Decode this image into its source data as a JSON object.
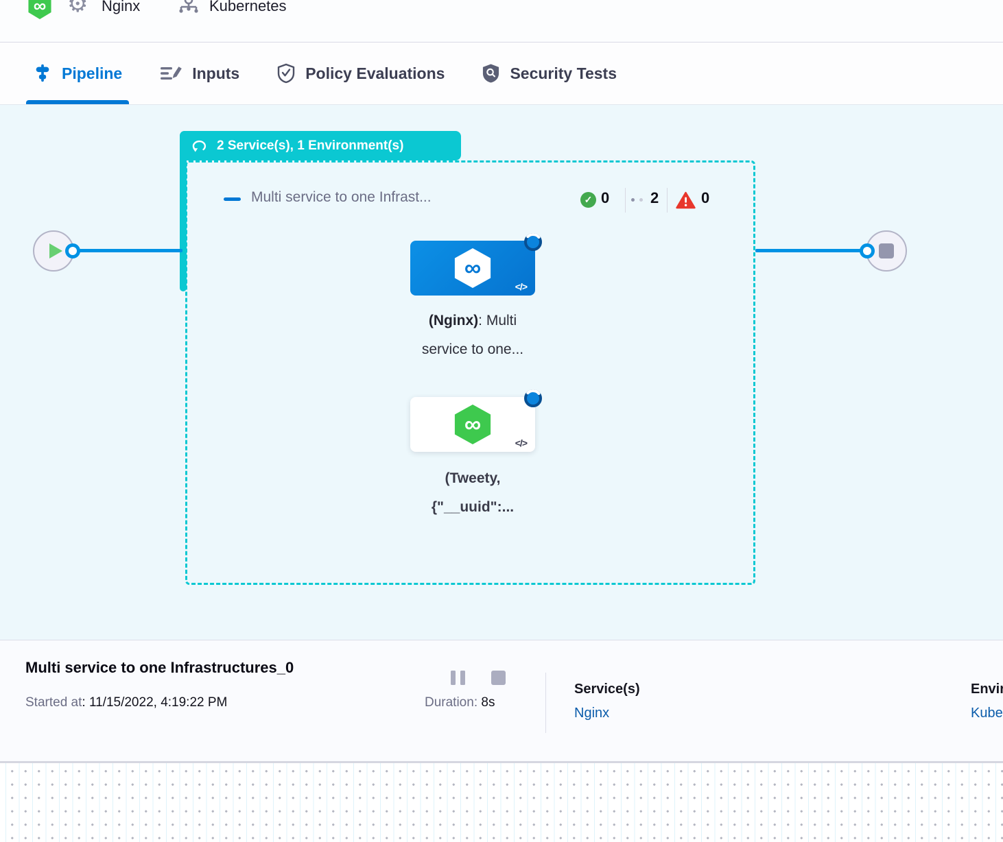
{
  "header": {
    "pipeline_name": "Nginx",
    "environment_name": "Kubernetes"
  },
  "tabs": [
    {
      "label": "Pipeline",
      "active": true
    },
    {
      "label": "Inputs",
      "active": false
    },
    {
      "label": "Policy Evaluations",
      "active": false
    },
    {
      "label": "Security Tests",
      "active": false
    }
  ],
  "canvas": {
    "group_badge": "2 Service(s), 1 Environment(s)",
    "stage_title": "Multi service to one Infrast...",
    "status_counts": {
      "success": "0",
      "running": "2",
      "failed": "0"
    },
    "stages": [
      {
        "label_bold": "(Nginx)",
        "label_rest": ": Multi",
        "label_line2": "service to one...",
        "icon": "harness-infinity-blue-card"
      },
      {
        "label_bold": "(Tweety,",
        "label_line2": "{\"__uuid\":...",
        "icon": "harness-infinity-green-card"
      }
    ]
  },
  "footer": {
    "title": "Multi service to one Infrastructures_0",
    "started_label": "Started at",
    "started_value": ": 11/15/2022, 4:19:22 PM",
    "duration_label": "Duration:",
    "duration_value": " 8s",
    "services_label": "Service(s)",
    "services_value": "Nginx",
    "environments_label": "Environment(s)",
    "environments_value": "Kubernetes"
  },
  "icons": {
    "infinity": "∞",
    "gear": "⚙",
    "code": "</>",
    "check": "✓"
  },
  "colors": {
    "accent_blue": "#0278d5",
    "edge_blue": "#0092e4",
    "loop_teal": "#0bc8d2",
    "success_green": "#43a94e",
    "fail_red": "#e8372c",
    "canvas_bg": "#edf8fc",
    "link_blue": "#0b5cab"
  }
}
